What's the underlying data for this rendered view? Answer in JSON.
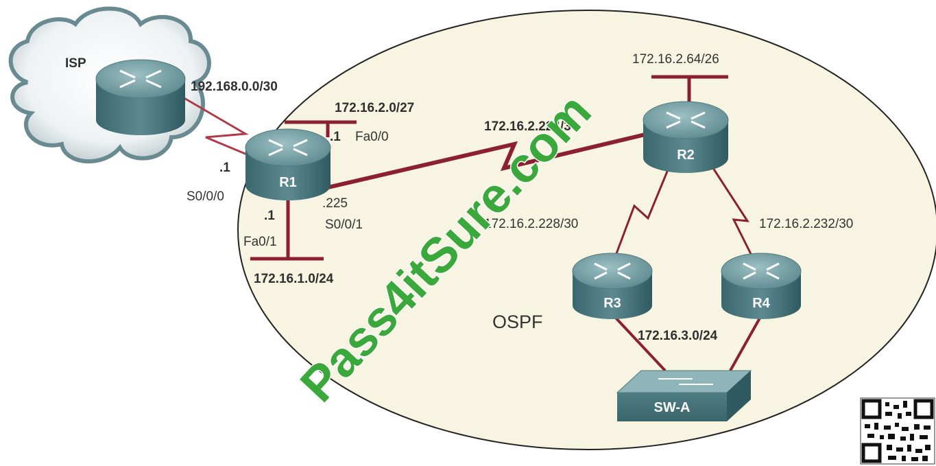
{
  "area": {
    "label": "OSPF"
  },
  "devices": {
    "isp": "ISP",
    "r1": "R1",
    "r2": "R2",
    "r3": "R3",
    "r4": "R4",
    "switch": "SW-A"
  },
  "networks": {
    "isp_link": "192.168.0.0/30",
    "r1_fa00_lan": "172.16.2.0/27",
    "r1_fa01_lan": "172.16.1.0/24",
    "r1_r2_link": "172.16.2.224/30",
    "r2_lan": "172.16.2.64/26",
    "r2_r3_link": "172.16.2.228/30",
    "r2_r4_link": "172.16.2.232/30",
    "switch_lan": "172.16.3.0/24"
  },
  "interfaces": {
    "r1_s000_host": ".1",
    "r1_s000_name": "S0/0/0",
    "r1_fa00_host": ".1",
    "r1_fa00_name": "Fa0/0",
    "r1_fa01_host": ".1",
    "r1_fa01_name": "Fa0/1",
    "r1_s001_host": ".225",
    "r1_s001_name": "S0/0/1"
  },
  "watermark": "Pass4itSure.com",
  "colors": {
    "link": "#8b2030",
    "isp_link": "#b03a48",
    "area_fill": "#f7f4e2",
    "router_top": "#6f9aa0",
    "router_side": "#3f6d75",
    "watermark": "#3aa83a"
  }
}
